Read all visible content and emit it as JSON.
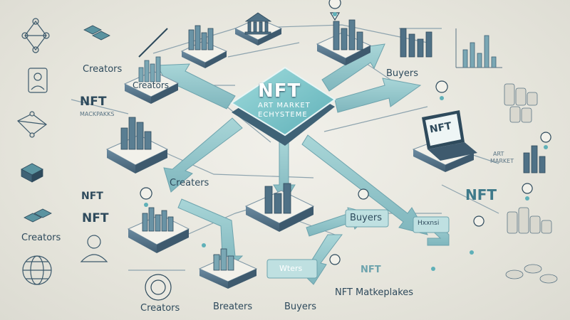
{
  "hub": {
    "title": "NFT",
    "subtitle_line1": "ART MARKET",
    "subtitle_line2": "ECHYSTEME"
  },
  "labels": {
    "creators_top_left": "Creators",
    "creators_tile": "Creators",
    "nft_left": "NFT",
    "mackpaks": "MACKPAKKS",
    "buyers_top": "Buyers",
    "creaters_mid": "Creaters",
    "nft_laptop": "NFT",
    "art_market_line1": "ART",
    "art_market_line2": "MARKET",
    "nft_right": "NFT",
    "nft_left_lower": "NFT",
    "creators_left_lower": "Creators",
    "buyers_mid": "Buyers",
    "arrow_right_text": "Hxxnsi",
    "arrow_bottom_text": "Wters",
    "nft_bottom_small": "NFT",
    "creators_bottom": "Creators",
    "breaters_bottom": "Breaters",
    "buyers_bottom": "Buyers",
    "marketplaces_bottom": "NFT Matkeplakes"
  },
  "colors": {
    "teal": "#8cc4c8",
    "teal_dark": "#4f8f98",
    "navy": "#2e4a5c",
    "platform_top": "#f1f0ea",
    "platform_side": "#55768a",
    "background": "#e6e5dd"
  }
}
